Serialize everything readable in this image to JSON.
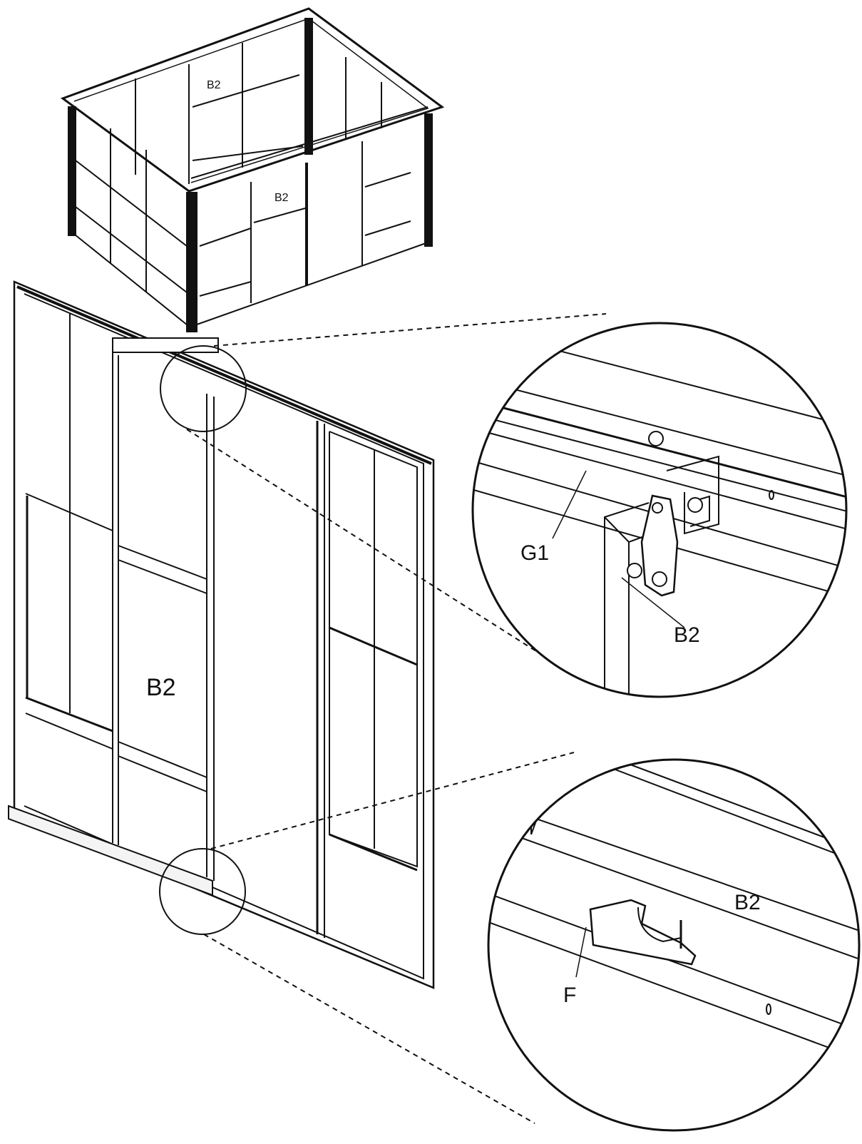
{
  "labels": {
    "gazebo_back": "B2",
    "gazebo_front": "B2",
    "panel_main": "B2",
    "detail_top_part": "G1",
    "detail_top_panel": "B2",
    "detail_bottom_panel": "B2",
    "detail_bottom_part": "F"
  },
  "colors": {
    "ink": "#111111",
    "paper": "#ffffff",
    "shade": "#cfcfcf"
  }
}
